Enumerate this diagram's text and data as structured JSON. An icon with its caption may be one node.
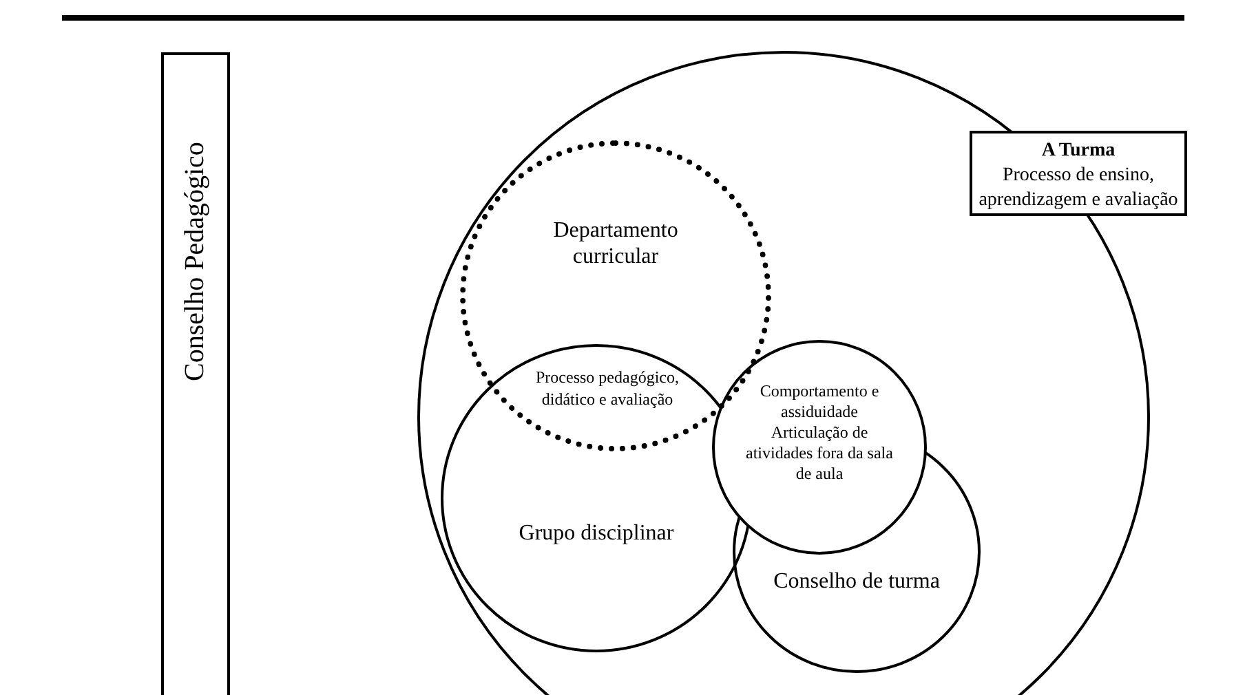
{
  "diagram": {
    "nodes": [
      {
        "text": [
          "Conselho Pedagógico"
        ]
      },
      {
        "text": [],
        "shape": "circle"
      },
      {
        "text": [
          "A Turma",
          "Processo de ensino, aprendizagem e avaliação"
        ]
      },
      {
        "text": [
          "Departamento curricular"
        ],
        "in": 1
      },
      {
        "text": [
          "Grupo disciplinar"
        ],
        "in": 1
      },
      {
        "text": [
          "Conselho de turma"
        ],
        "in": 1
      },
      {
        "text": [
          "Comportamento e assiduidade",
          "Articulação de atividades fora da sala de aula"
        ],
        "in": 1
      }
    ],
    "edges": [],
    "labels": [
      "Processo pedagógico, didático e avaliação"
    ]
  }
}
